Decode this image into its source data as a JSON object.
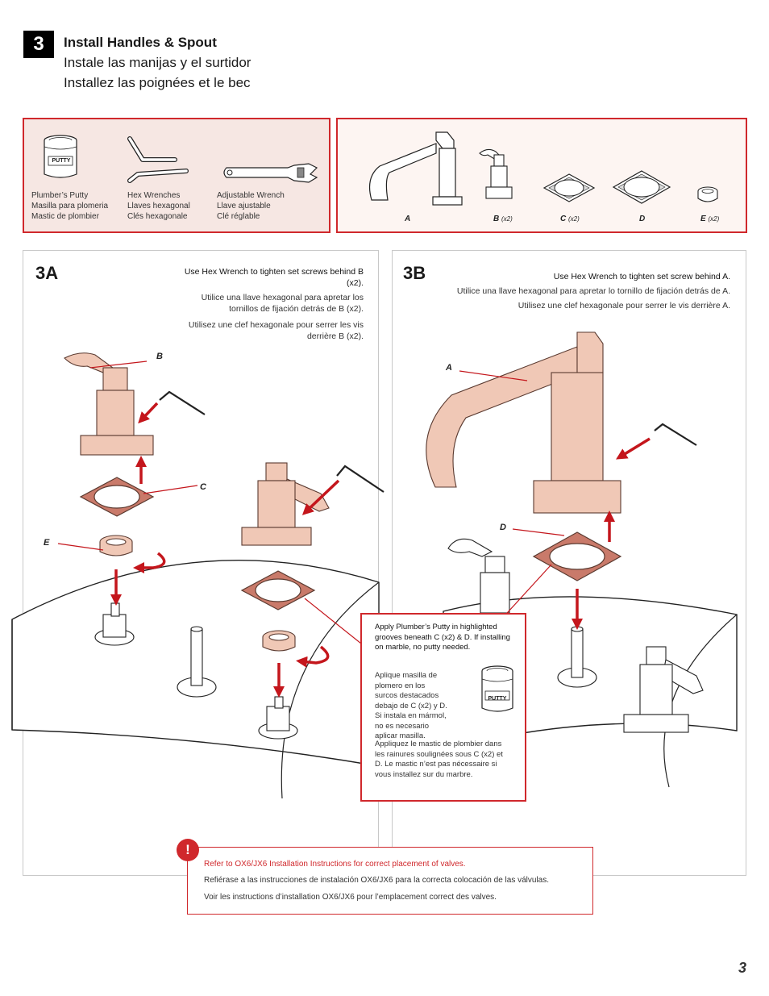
{
  "header": {
    "step_number": "3",
    "title_en": "Install Handles & Spout",
    "title_es": "Instale las manijas y el surtidor",
    "title_fr": "Installez las poignées et le bec"
  },
  "tools": [
    {
      "en": "Plumber’s Putty",
      "es": "Masilla para plomeria",
      "fr": "Mastic de plombier"
    },
    {
      "en": "Hex Wrenches",
      "es": "Llaves hexagonal",
      "fr": "Clés hexagonale"
    },
    {
      "en": "Adjustable Wrench",
      "es": "Llave ajustable",
      "fr": "Clé réglable"
    }
  ],
  "putty_jar_label": "PUTTY",
  "parts": [
    {
      "letter": "A",
      "qty": ""
    },
    {
      "letter": "B",
      "qty": "(x2)"
    },
    {
      "letter": "C",
      "qty": "(x2)"
    },
    {
      "letter": "D",
      "qty": ""
    },
    {
      "letter": "E",
      "qty": "(x2)"
    }
  ],
  "panel_3a": {
    "label": "3A",
    "instruction_en": "Use Hex Wrench to tighten set screws behind B (x2).",
    "instruction_es": "Utilice una llave hexagonal para apretar los tornillos de fijación detrás de B (x2).",
    "instruction_fr": "Utilisez une clef hexagonale pour serrer les vis derrière B (x2).",
    "callouts": [
      "B",
      "C",
      "E"
    ]
  },
  "panel_3b": {
    "label": "3B",
    "instruction_en": "Use Hex Wrench to tighten set screw behind A.",
    "instruction_es": "Utilice una llave hexagonal para apretar lo tornillo de fijación detrás de A.",
    "instruction_fr": "Utilisez une clef hexagonale pour serrer le vis derrière A.",
    "callouts": [
      "A",
      "D"
    ]
  },
  "putty_note": {
    "en": "Apply Plumber’s Putty in highlighted grooves beneath C (x2) & D. If installing on marble, no putty needed.",
    "es": "Aplique masilla de plomero en los surcos destacados debajo de C (x2) y D. Si instala en mármol, no es necesario aplicar masilla.",
    "fr": "Appliquez le mastic de plombier dans les rainures soulignées sous C (x2) et D. Le mastic n’est pas nécessaire si vous installez sur du marbre."
  },
  "warning": {
    "icon": "!",
    "en": "Refer to OX6/JX6 Installation Instructions for correct placement of valves.",
    "es": "Refiérase a las instrucciones de instalación OX6/JX6 para la correcta colocación de las válvulas.",
    "fr": "Voir les instructions d’installation  OX6/JX6 pour l’emplacement correct des valves."
  },
  "page_number": "3",
  "colors": {
    "accent_red": "#d0282c",
    "copper": "#f0c8b6",
    "tool_box_bg": "#f6e7e3"
  }
}
